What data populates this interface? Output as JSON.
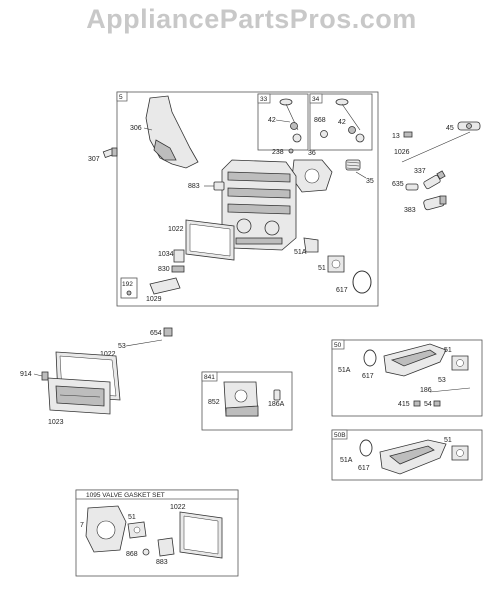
{
  "watermark": "AppliancePartsPros.com",
  "groups": {
    "main": "5",
    "valve_intake": "33",
    "valve_exhaust": "34",
    "small_box": "192",
    "manifold_a": "50",
    "manifold_b": "50B",
    "filter_box": "841",
    "gasket_set": "1095 VALVE GASKET SET"
  },
  "labels": {
    "p306": "306",
    "p307": "307",
    "p883": "883",
    "p1022": "1022",
    "p1034": "1034",
    "p830": "830",
    "p1029": "1029",
    "p42a": "42",
    "p42b": "42",
    "p868": "868",
    "p238": "238",
    "p36": "36",
    "p7": "7",
    "p35": "35",
    "p51A": "51A",
    "p51": "51",
    "p617": "617",
    "p13": "13",
    "p45": "45",
    "p1026": "1026",
    "p337": "337",
    "p635": "635",
    "p383": "383",
    "p654": "654",
    "p1022b": "1022",
    "p53": "53",
    "p914": "914",
    "p1023": "1023",
    "p852": "852",
    "p186A": "186A",
    "m51A": "51A",
    "m617": "617",
    "m51": "51",
    "m186": "186",
    "m53": "53",
    "m415": "415",
    "m54": "54",
    "n51A": "51A",
    "n617": "617",
    "n51": "51",
    "g7": "7",
    "g51": "51",
    "g1022": "1022",
    "g868": "868",
    "g883": "883"
  }
}
